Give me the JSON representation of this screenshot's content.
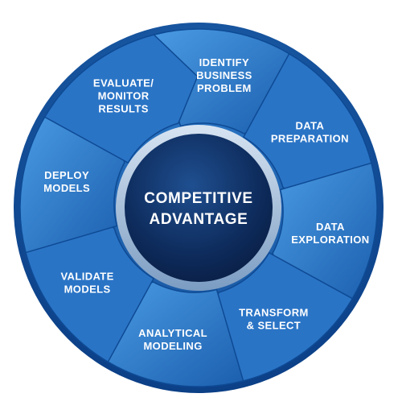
{
  "center": {
    "lines": [
      "COMPETITIVE",
      "ADVANTAGE"
    ]
  },
  "stages": [
    {
      "lines": [
        "IDENTIFY",
        "BUSINESS",
        "PROBLEM"
      ]
    },
    {
      "lines": [
        "DATA",
        "PREPARATION"
      ]
    },
    {
      "lines": [
        "DATA",
        "EXPLORATION"
      ]
    },
    {
      "lines": [
        "TRANSFORM",
        "& SELECT"
      ]
    },
    {
      "lines": [
        "ANALYTICAL",
        "MODELING"
      ]
    },
    {
      "lines": [
        "VALIDATE",
        "MODELS"
      ]
    },
    {
      "lines": [
        "DEPLOY",
        "MODELS"
      ]
    },
    {
      "lines": [
        "EVALUATE/",
        "MONITOR",
        "RESULTS"
      ]
    }
  ],
  "colors": {
    "ring_dark": "#0b3f86",
    "ring_mid": "#1b63b4",
    "ring_light": "#3f8fdb",
    "hub_dark": "#0a1f45",
    "hub_light": "#1d4c8c",
    "hub_rim": "#a9c2dd"
  }
}
